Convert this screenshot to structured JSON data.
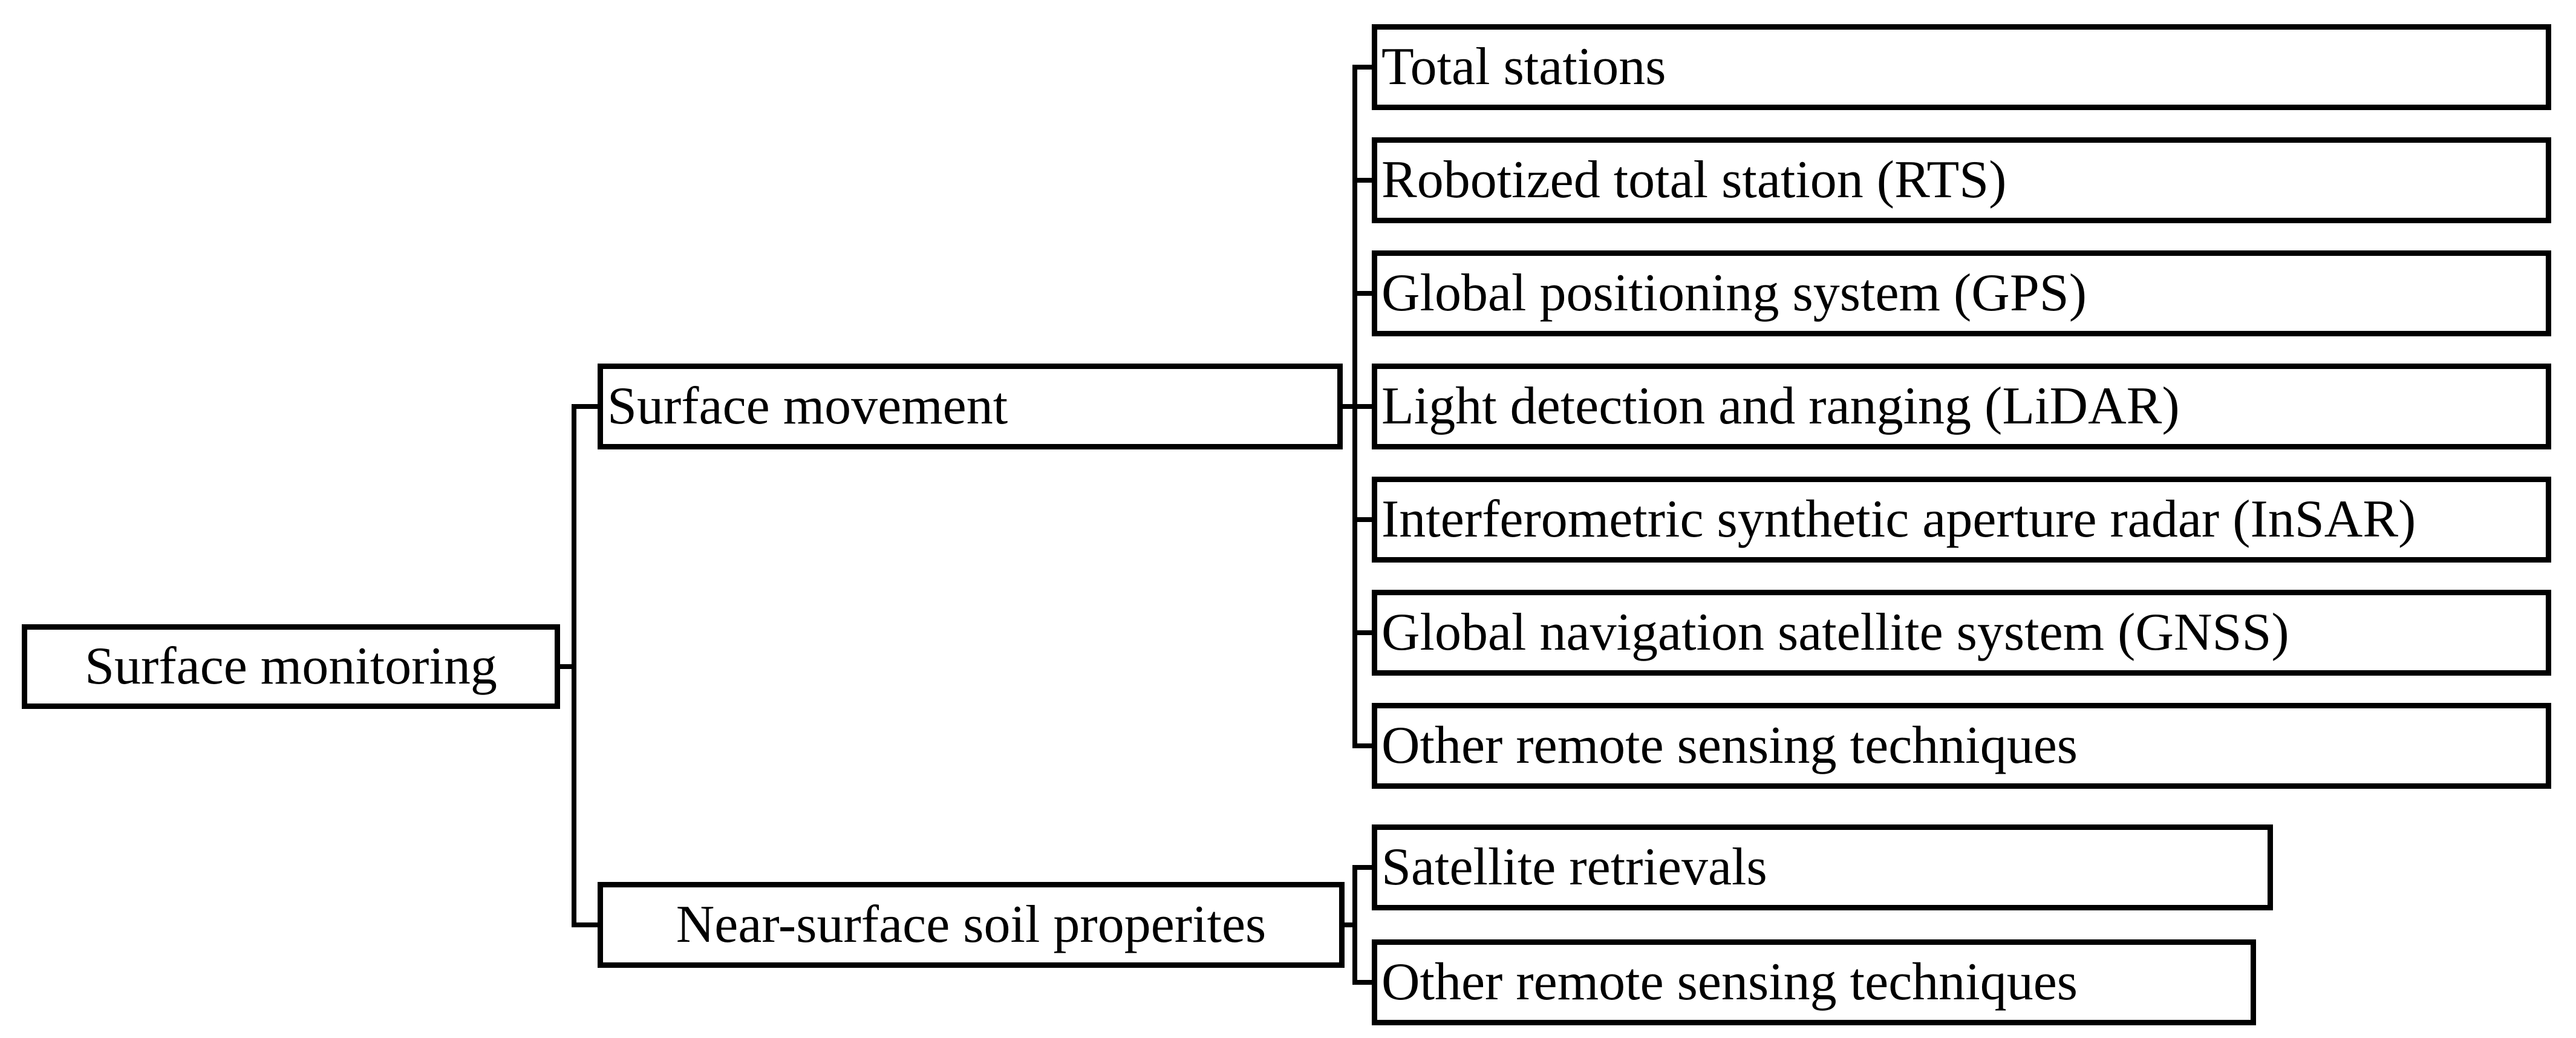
{
  "diagram": {
    "root": {
      "label": "Surface monitoring"
    },
    "branches": [
      {
        "label": "Surface movement",
        "children": [
          {
            "label": "Total stations"
          },
          {
            "label": "Robotized total station (RTS)"
          },
          {
            "label": "Global positioning system (GPS)"
          },
          {
            "label": "Light detection and ranging (LiDAR)"
          },
          {
            "label": "Interferometric synthetic aperture radar (InSAR)"
          },
          {
            "label": "Global navigation satellite system (GNSS)"
          },
          {
            "label": "Other remote sensing techniques"
          }
        ]
      },
      {
        "label": "Near-surface soil properites",
        "children": [
          {
            "label": "Satellite retrievals"
          },
          {
            "label": "Other remote sensing techniques"
          }
        ]
      }
    ],
    "colors": {
      "line": "#000000",
      "text": "#000000",
      "background": "#ffffff"
    }
  }
}
